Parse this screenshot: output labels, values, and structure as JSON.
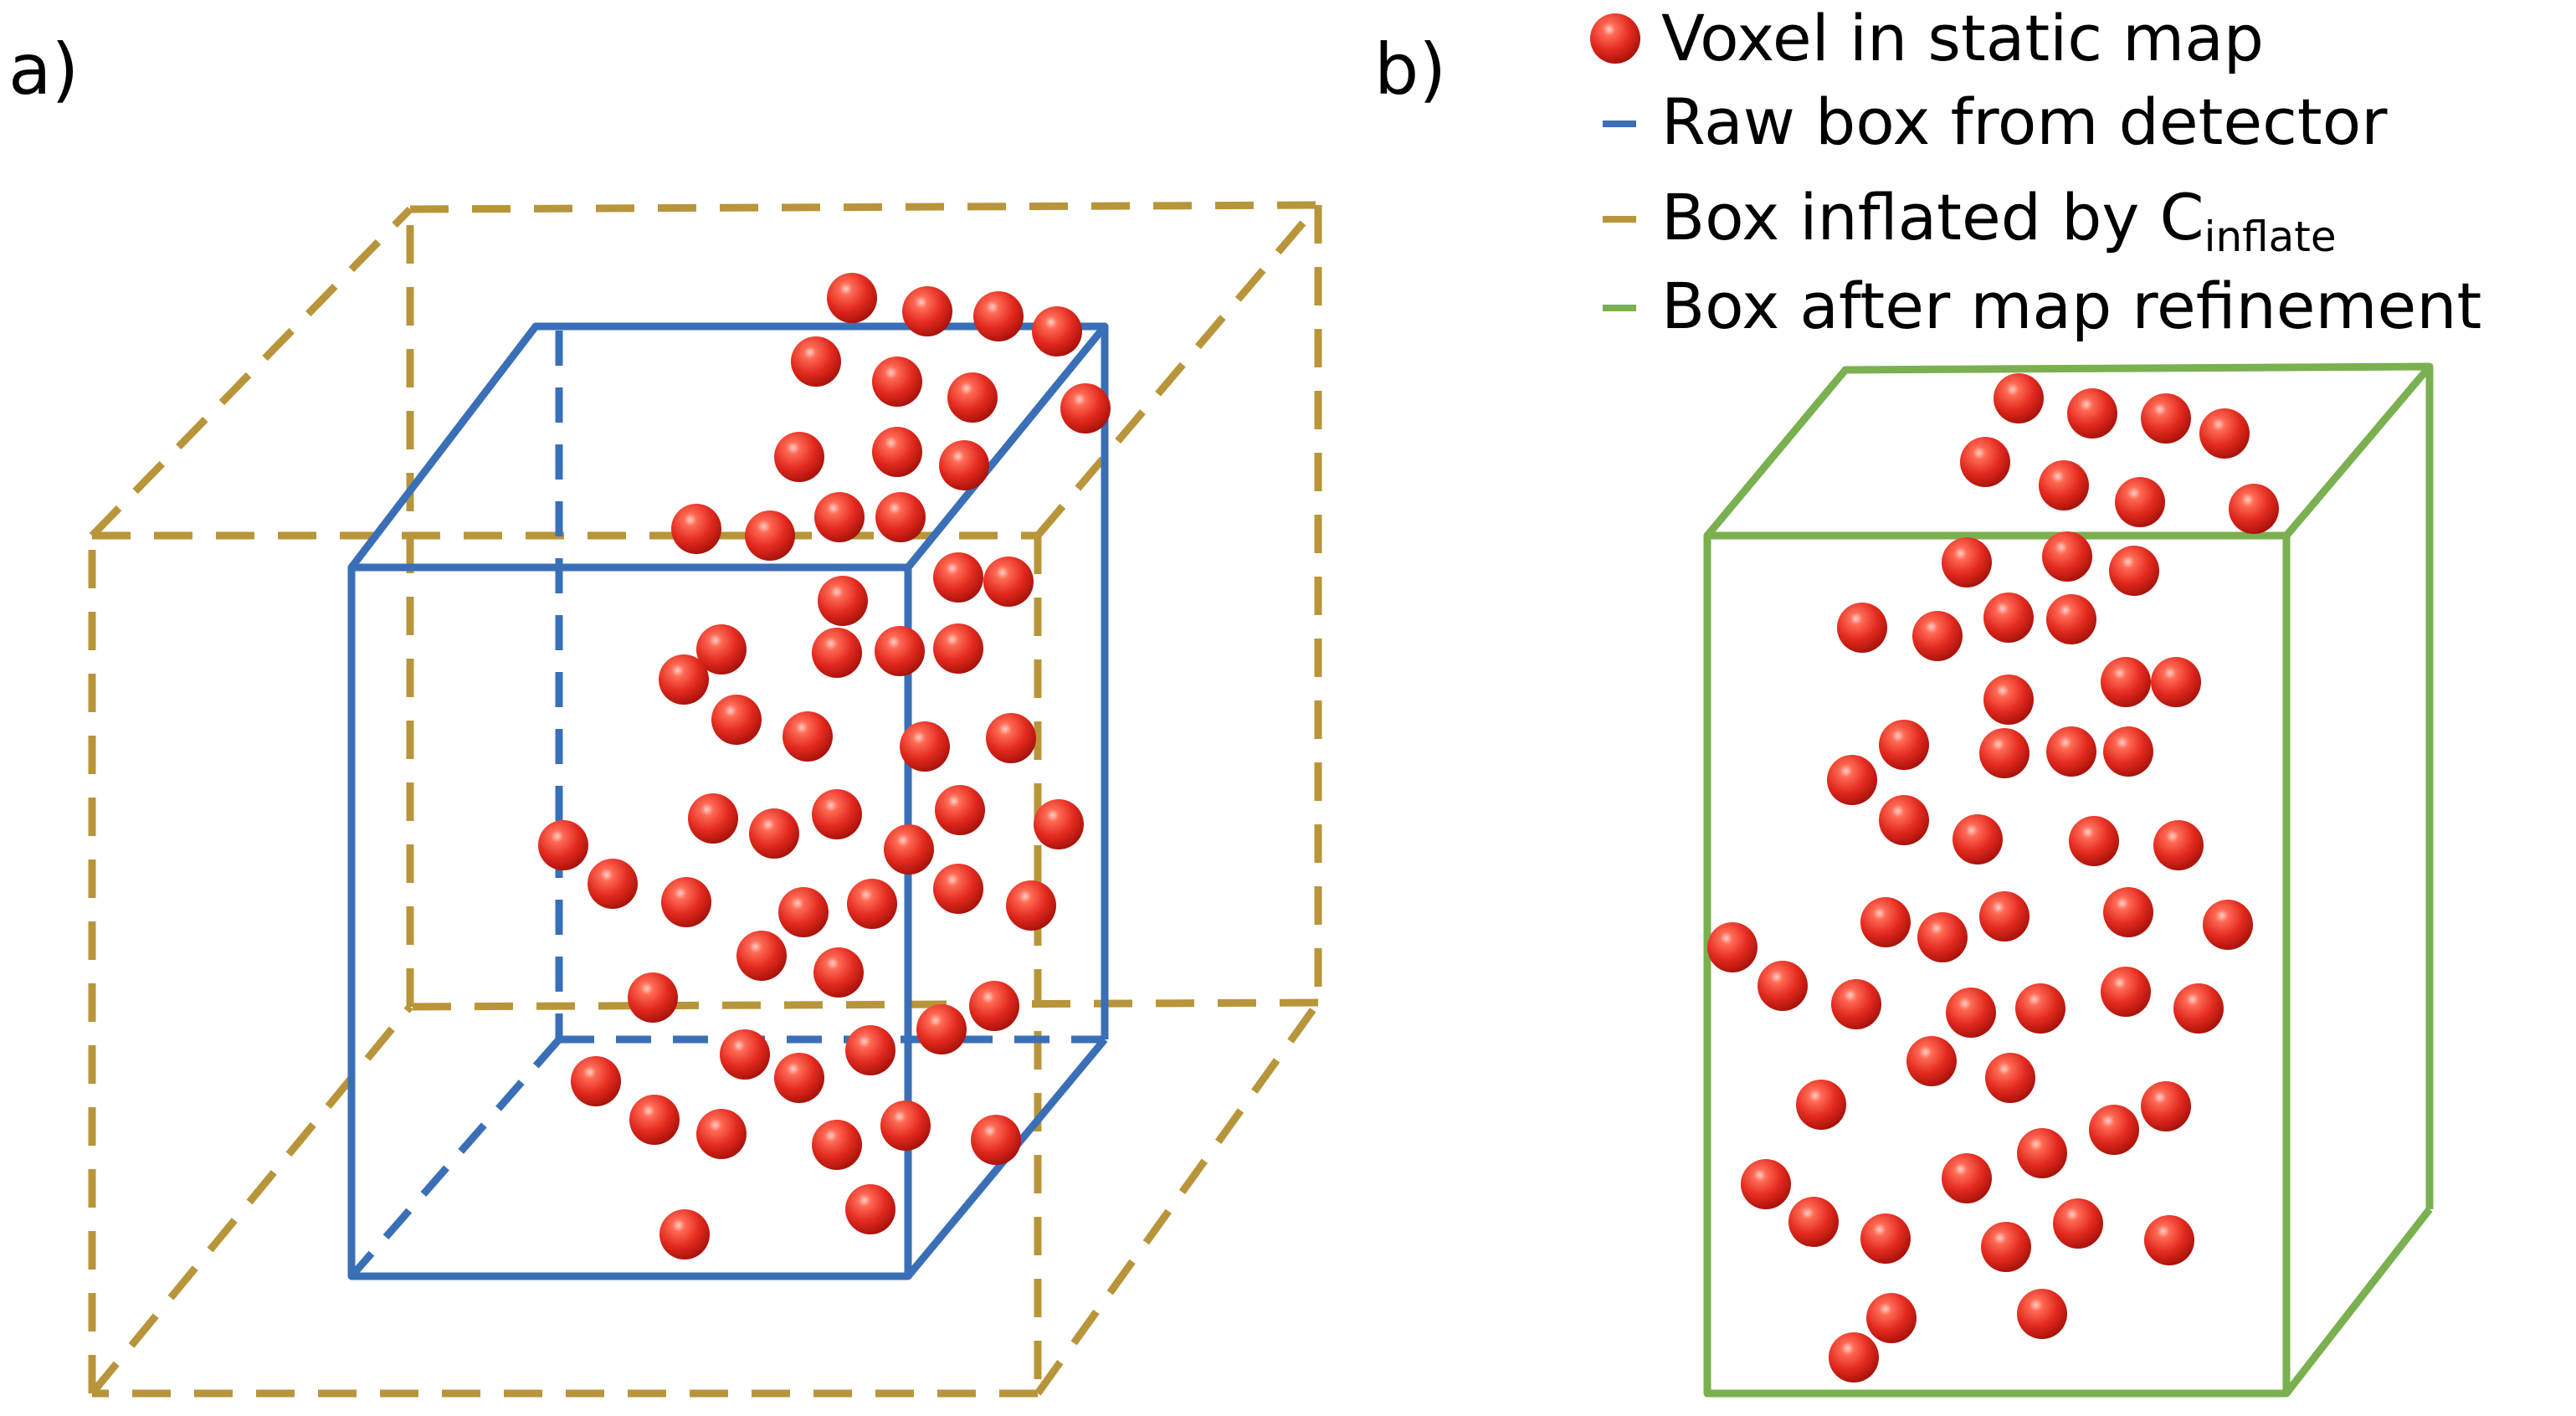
{
  "colors": {
    "raw_box": "#3a6fb7",
    "inflated_box": "#b8953a",
    "refined_box": "#7ab04f",
    "voxel": "#e32a1f"
  },
  "panels": {
    "a": {
      "label": "a)"
    },
    "b": {
      "label": "b)"
    }
  },
  "legend": {
    "voxel": "Voxel in static map",
    "raw": "Raw box from detector",
    "inflated_main": "Box inflated by C",
    "inflated_sub": "inflate",
    "refined": "Box after map refinement"
  },
  "icons": {
    "voxel": "red-sphere",
    "legend_lines": "short-line-swatch"
  }
}
